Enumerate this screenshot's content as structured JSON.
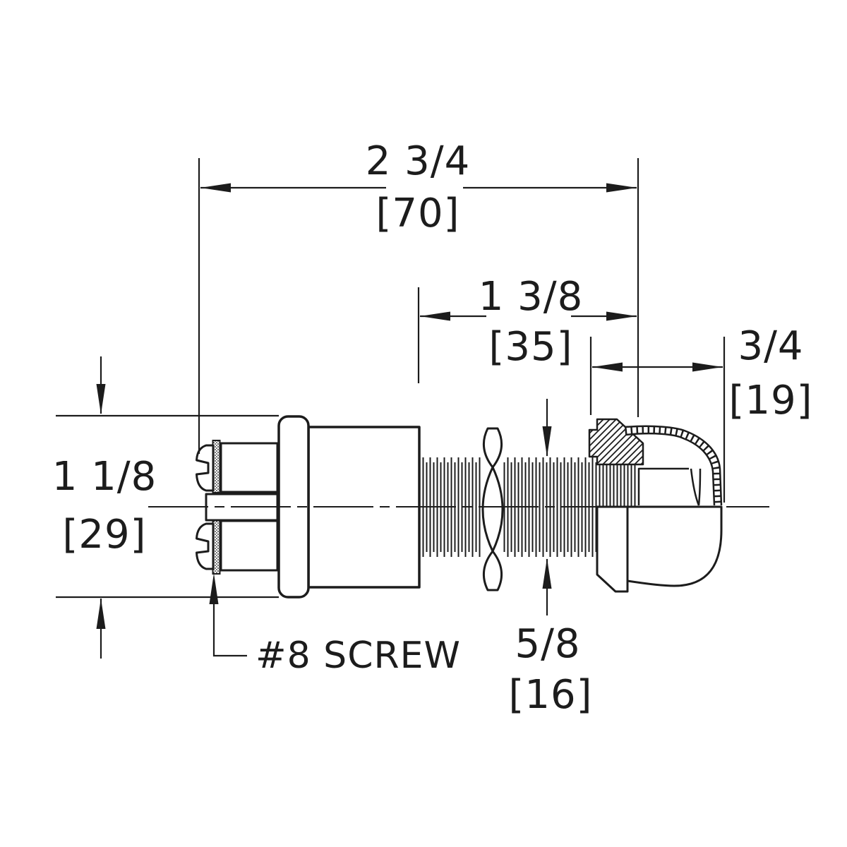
{
  "drawing": {
    "colors": {
      "line": "#1c1c1c",
      "background": "#ffffff"
    },
    "dims": {
      "overall": {
        "in": "2 3/4",
        "mm": "[70]"
      },
      "thread_len": {
        "in": "1 3/8",
        "mm": "[35]"
      },
      "boot": {
        "in": "3/4",
        "mm": "[19]"
      },
      "height": {
        "in": "1 1/8",
        "mm": "[29]"
      },
      "thread_dia": {
        "in": "5/8",
        "mm": "[16]"
      }
    },
    "callouts": {
      "screw": "#8 SCREW"
    }
  }
}
